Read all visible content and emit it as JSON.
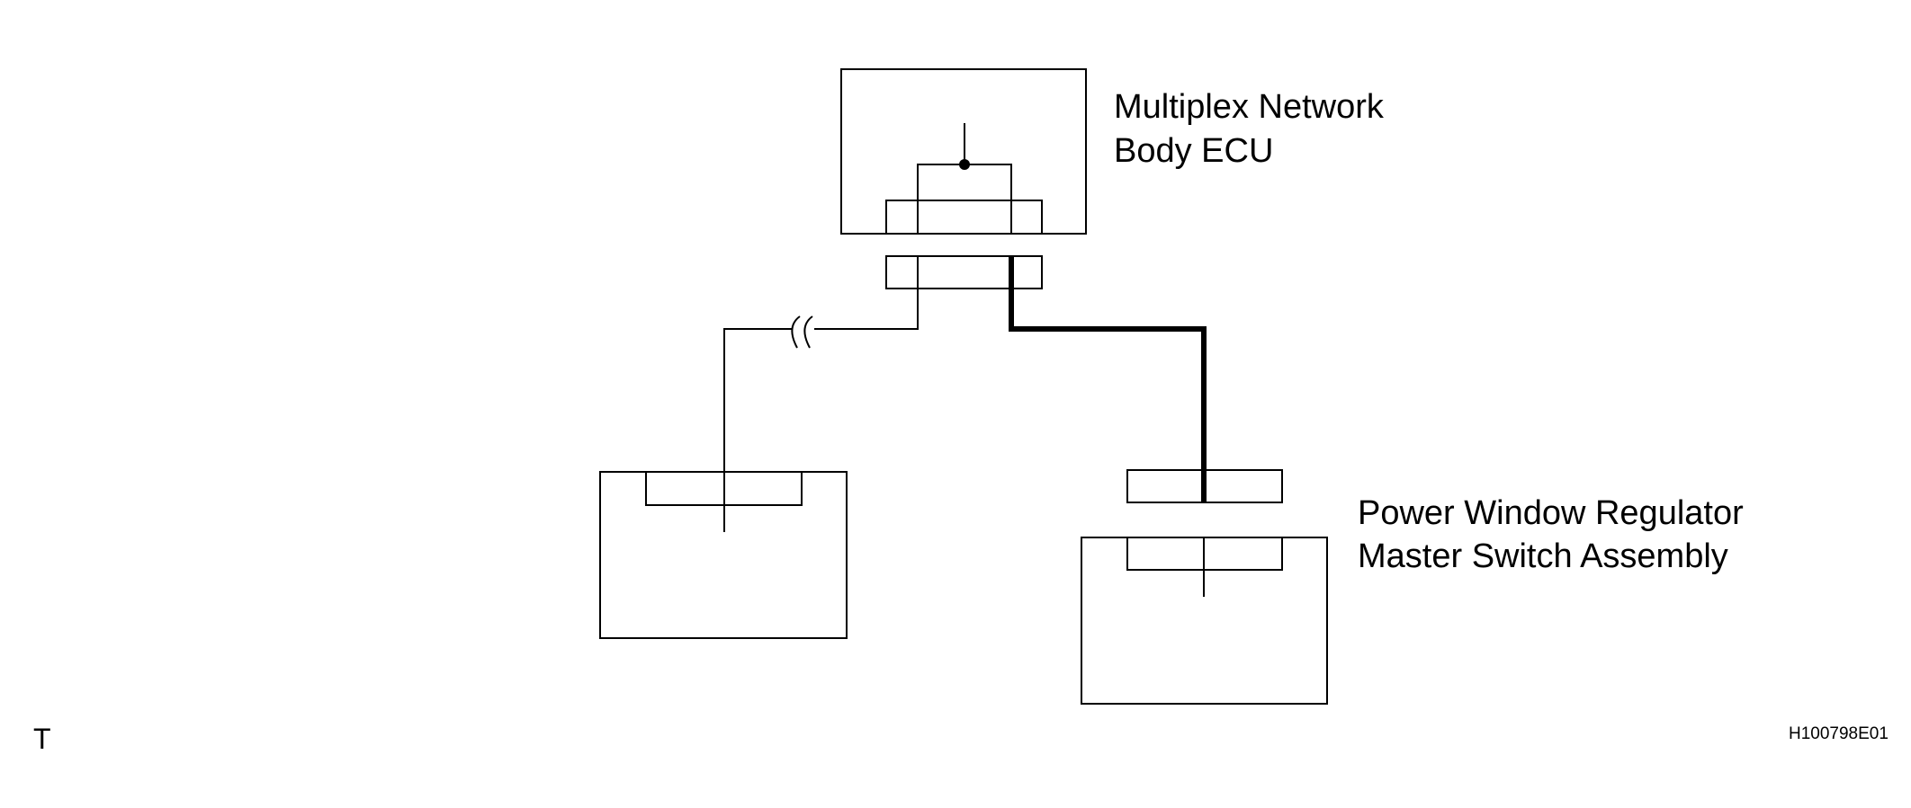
{
  "labels": {
    "ecu_line1": "Multiplex Network",
    "ecu_line2": "Body ECU",
    "switch_line1": "Power Window Regulator",
    "switch_line2": "Master Switch Assembly",
    "corner_mark": "T",
    "figure_code": "H100798E01"
  },
  "colors": {
    "line": "#000000",
    "background": "#ffffff"
  }
}
